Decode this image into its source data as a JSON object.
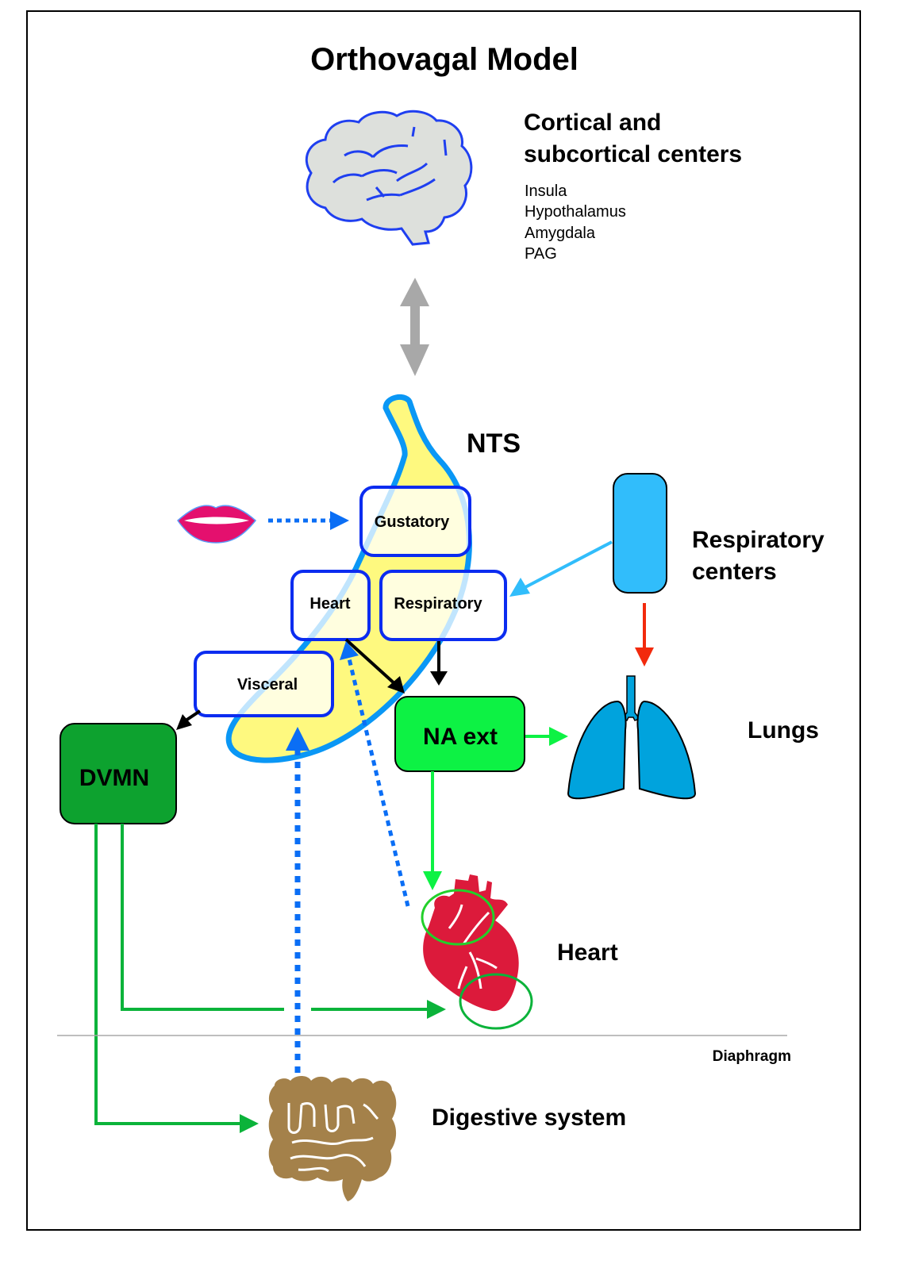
{
  "title": "Orthovagal Model",
  "cortical": {
    "heading_line1": "Cortical and",
    "heading_line2": "subcortical centers",
    "items": [
      "Insula",
      "Hypothalamus",
      "Amygdala",
      "PAG"
    ]
  },
  "nts_label": "NTS",
  "nts_boxes": {
    "gustatory": "Gustatory",
    "heart": "Heart",
    "respiratory": "Respiratory",
    "visceral": "Visceral"
  },
  "nuclei": {
    "dvmn": "DVMN",
    "na_ext": "NA ext"
  },
  "organs": {
    "respiratory_centers_line1": "Respiratory",
    "respiratory_centers_line2": "centers",
    "lungs": "Lungs",
    "heart": "Heart",
    "digestive": "Digestive system"
  },
  "diaphragm_label": "Diaphragm",
  "colors": {
    "nts_fill": "#fef97f",
    "nts_border": "#0a97f5",
    "box_border": "#0b2cf0",
    "dvmn": "#0da22f",
    "na_ext": "#0df244",
    "efferent_green": "#0bb33a",
    "afferent_blue": "#0a6ef5",
    "resp_center": "#31bdfb",
    "lungs": "#00a3dd",
    "heart": "#dc1a3b",
    "gut": "#a4814a",
    "lips": "#e4106e",
    "red_arrow": "#f22a0d",
    "gray_arrow": "#a8a8a8"
  }
}
